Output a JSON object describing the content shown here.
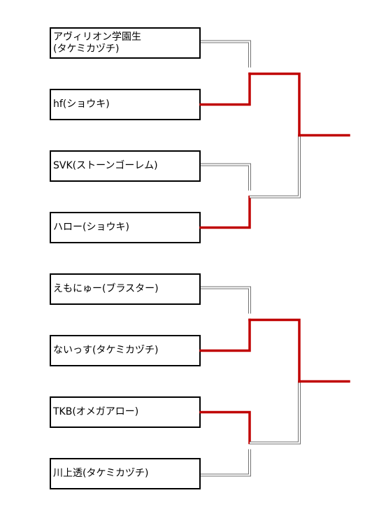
{
  "colors": {
    "winner_line": "#c00000",
    "loser_line": "#707070",
    "box_border": "#000000"
  },
  "bracket": {
    "entries": [
      {
        "label": "アヴィリオン学園生\n(タケミカヅチ)",
        "advances": false
      },
      {
        "label": "hf(ショウキ)",
        "advances": true
      },
      {
        "label": "SVK(ストーンゴーレム)",
        "advances": false
      },
      {
        "label": "ハロー(ショウキ)",
        "advances": true
      },
      {
        "label": "えもにゅー(ブラスター)",
        "advances": false
      },
      {
        "label": "ないっす(タケミカヅチ)",
        "advances": true
      },
      {
        "label": "TKB(オメガアロー)",
        "advances": true
      },
      {
        "label": "川上透(タケミカヅチ)",
        "advances": false
      }
    ],
    "round2_winners": [
      "top",
      "top",
      "top",
      "top"
    ]
  }
}
